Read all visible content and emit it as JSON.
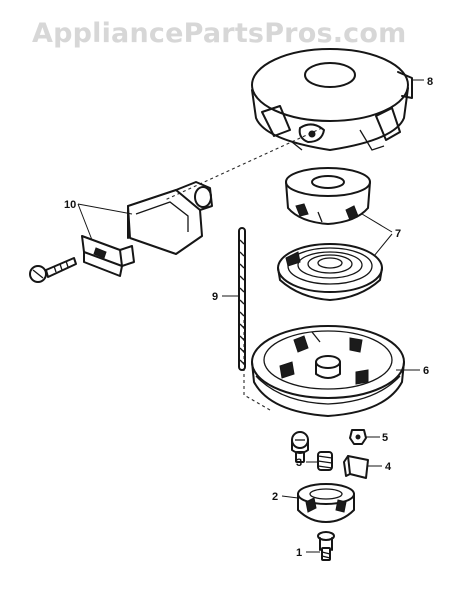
{
  "watermark": "AppliancePartsPros.com",
  "callouts": {
    "c1": "1",
    "c2": "2",
    "c3": "3",
    "c4": "4",
    "c5": "5",
    "c6": "6",
    "c7": "7",
    "c8": "8",
    "c9": "9",
    "c10": "10"
  },
  "colors": {
    "ink": "#161616",
    "watermark": "#d7d7d7",
    "background": "#ffffff"
  }
}
